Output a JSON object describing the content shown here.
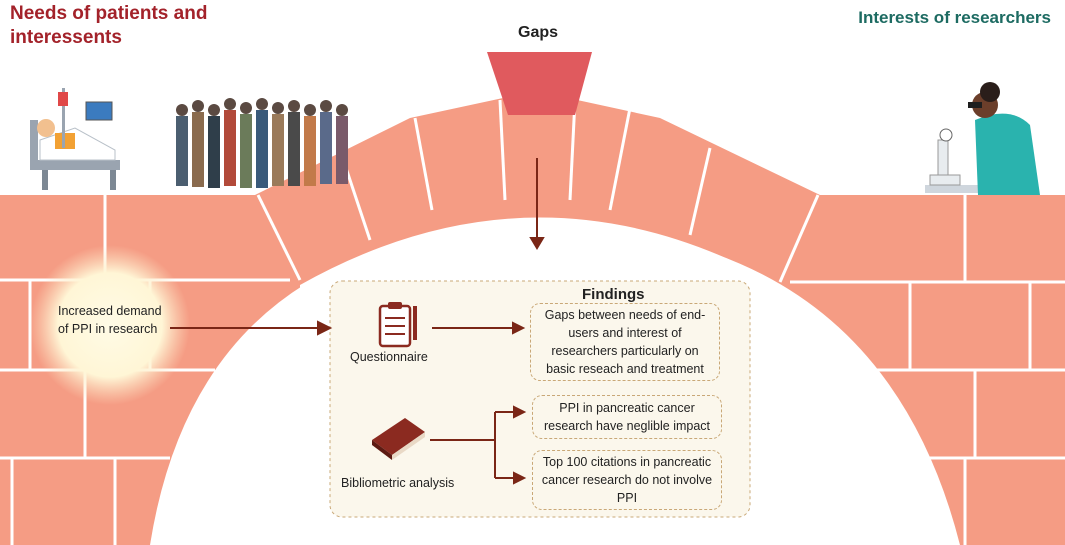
{
  "titles": {
    "left": "Needs of patients and interessents",
    "right": "Interests of researchers",
    "gaps": "Gaps"
  },
  "glow": {
    "text": "Increased demand of PPI in research"
  },
  "findings": {
    "title": "Findings",
    "methods": [
      {
        "label": "Questionnaire",
        "icon": "clipboard-icon"
      },
      {
        "label": "Bibliometric analysis",
        "icon": "book-icon"
      }
    ],
    "boxes": [
      "Gaps between needs of end-users and interest of researchers particularly on basic reseach and treatment",
      "PPI in pancreatic cancer research have neglible impact",
      "Top 100 citations in pancreatic cancer research do not involve PPI"
    ]
  },
  "colors": {
    "brick": "#f59c84",
    "gap_brick": "#e05a5e",
    "arrow": "#7a2616",
    "title_left": "#a3222a",
    "title_right": "#1d6b62"
  }
}
